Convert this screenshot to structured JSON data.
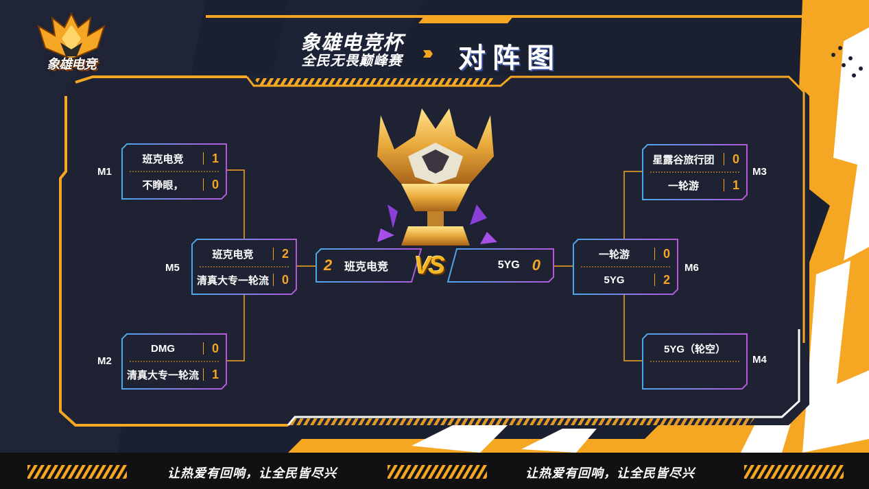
{
  "logo": {
    "text": "象雄电竞"
  },
  "header": {
    "event_line1": "象雄电竞杯",
    "event_line2": "全民无畏巅峰赛",
    "chevrons": "›››",
    "bracket_title": "对阵图"
  },
  "matches": {
    "m1": {
      "label": "M1",
      "team1": "班克电竞",
      "score1": "1",
      "team2": "不睁眼，",
      "score2": "0"
    },
    "m2": {
      "label": "M2",
      "team1": "DMG",
      "score1": "0",
      "team2": "清真大专一轮流",
      "score2": "1"
    },
    "m3": {
      "label": "M3",
      "team1": "星露谷旅行团",
      "score1": "0",
      "team2": "一轮游",
      "score2": "1"
    },
    "m4": {
      "label": "M4",
      "team1": "5YG（轮空）",
      "score1": "",
      "team2": "",
      "score2": ""
    },
    "m5": {
      "label": "M5",
      "team1": "班克电竞",
      "score1": "2",
      "team2": "清真大专一轮流",
      "score2": "0"
    },
    "m6": {
      "label": "M6",
      "team1": "一轮游",
      "score1": "0",
      "team2": "5YG",
      "score2": "2"
    }
  },
  "final": {
    "left_team": "班克电竞",
    "left_score": "2",
    "vs": "VS",
    "right_team": "5YG",
    "right_score": "0"
  },
  "footer": {
    "slogan_left": "让热爱有回响，让全民皆尽兴",
    "slogan_right": "让热爱有回响，让全民皆尽兴"
  },
  "colors": {
    "accent": "#f5a623",
    "background": "#1b2030",
    "panel": "#1e2233",
    "box_border": "#4a9fe0",
    "box_border_purple": "#b05ad8"
  },
  "icons": [
    "trophy-icon",
    "logo-emblem-icon"
  ]
}
